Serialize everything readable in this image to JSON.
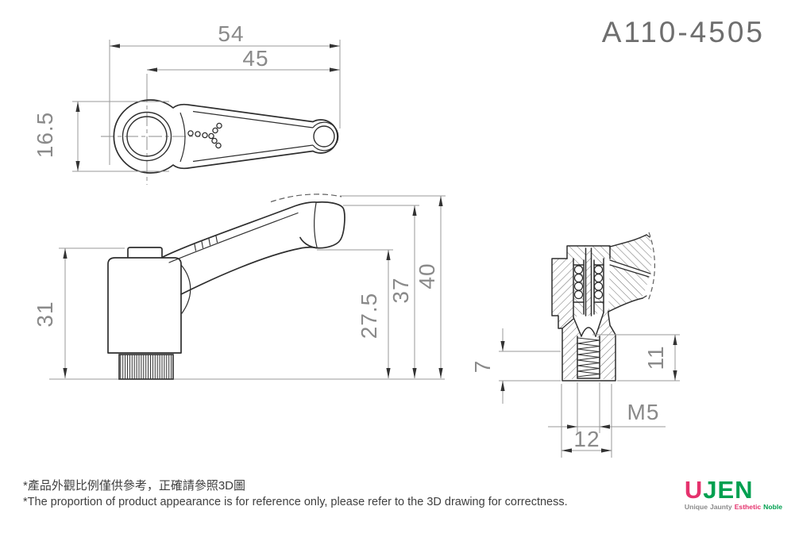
{
  "title": {
    "part_number": "A110-4505"
  },
  "drawing": {
    "top_view": {
      "dim_overall_length": "54",
      "dim_center_to_end": "45",
      "dim_boss_width": "16.5"
    },
    "side_view": {
      "dim_body_height": "31",
      "dim_handle_underside": "27.5",
      "dim_handle_top": "37",
      "dim_overall_height": "40"
    },
    "section_view": {
      "dim_step": "7",
      "dim_thread_depth": "11",
      "thread_spec": "M5",
      "dim_base_width": "12"
    }
  },
  "footer": {
    "disclaimer_zh": "*產品外觀比例僅供參考，正確請參照3D圖",
    "disclaimer_en": "*The proportion of product appearance is for reference only, please refer to the 3D drawing for correctness."
  },
  "logo": {
    "name_u": "U",
    "name_rest": "JEN",
    "tagline": [
      "Unique",
      "Jaunty",
      "Esthetic",
      "Noble"
    ]
  },
  "colors": {
    "outline": "#2e2e2e",
    "dimension_line": "#9a9a9a",
    "dimension_text": "#8a8a8a",
    "logo_pink": "#e5326d",
    "logo_green": "#00a050"
  }
}
